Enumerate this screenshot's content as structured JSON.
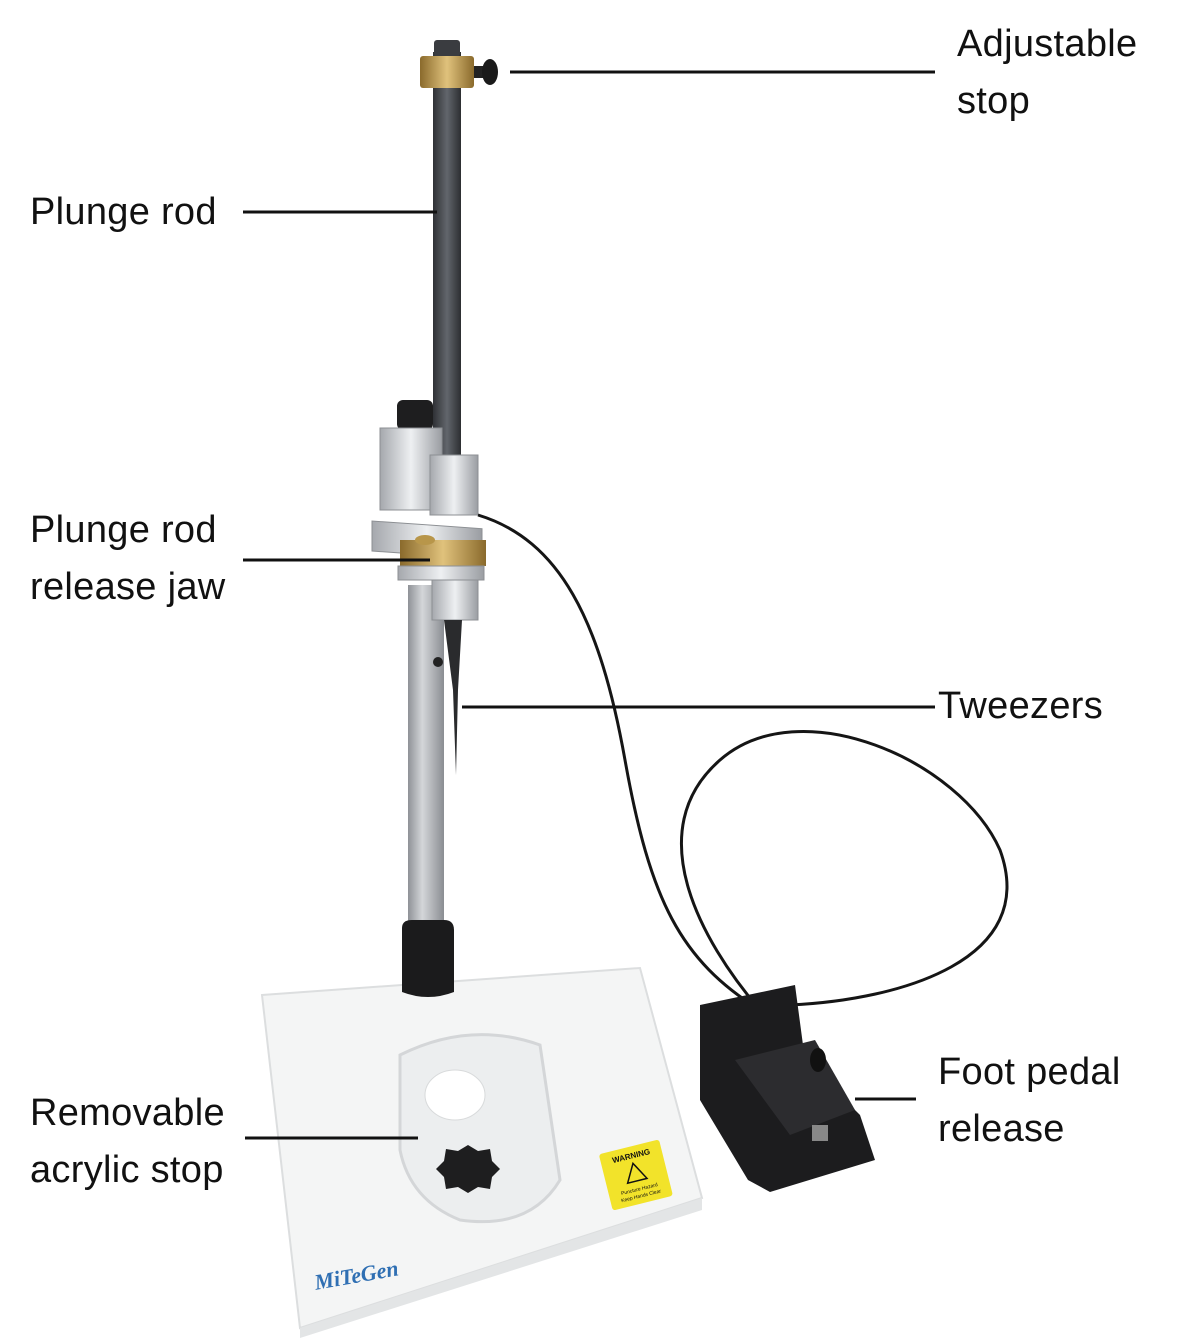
{
  "labels": {
    "adjustable_stop": [
      "Adjustable",
      "stop"
    ],
    "plunge_rod": [
      "Plunge rod"
    ],
    "release_jaw": [
      "Plunge rod",
      "release jaw"
    ],
    "tweezers": [
      "Tweezers"
    ],
    "acrylic_stop": [
      "Removable",
      "acrylic stop"
    ],
    "foot_pedal": [
      "Foot pedal",
      "release"
    ]
  },
  "logo": "MiTeGen",
  "warning": {
    "title": "WARNING",
    "line1": "Puncture Hazard",
    "line2": "Keep Hands Clear"
  },
  "colors": {
    "brass": "#b8964a",
    "rod": "#4a4d52",
    "pole": "#b9bcc0",
    "pedal": "#1c1c1e",
    "warning": "#f2e32a",
    "logo": "#2f6fb3"
  }
}
